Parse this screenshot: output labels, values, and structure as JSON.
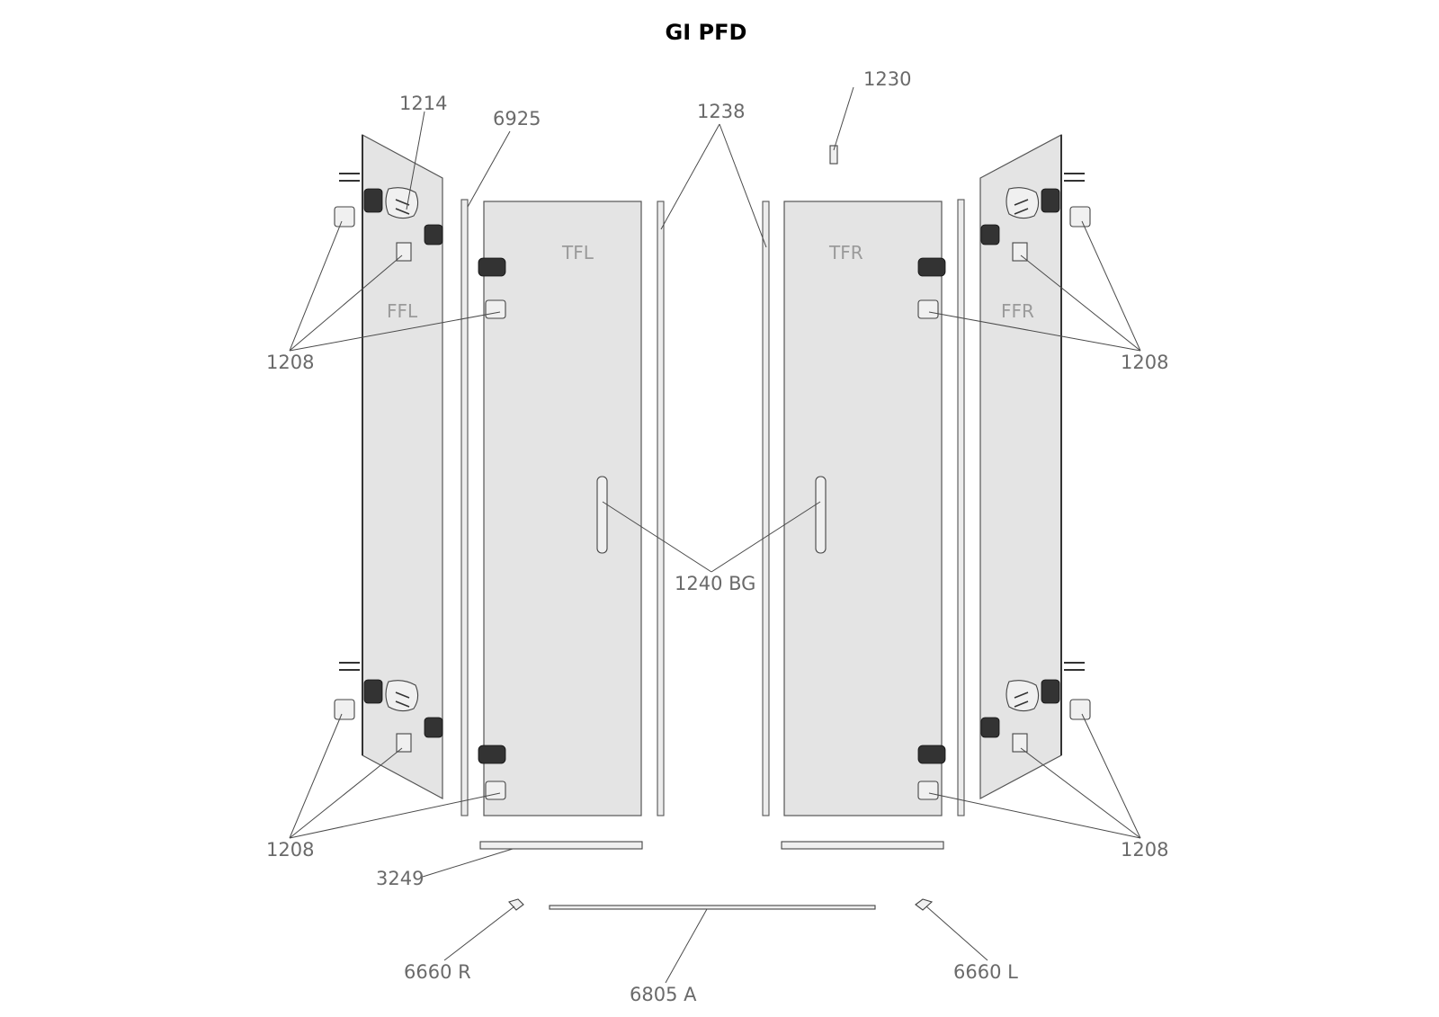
{
  "title": "GI PFD",
  "panels": {
    "ffl": "FFL",
    "tfl": "TFL",
    "tfr": "TFR",
    "ffr": "FFR"
  },
  "callouts": {
    "p1214": "1214",
    "p6925": "6925",
    "p1238": "1238",
    "p1230": "1230",
    "p1208_left_top": "1208",
    "p1208_right_top": "1208",
    "p1208_left_bottom": "1208",
    "p1208_right_bottom": "1208",
    "p1240": "1240 BG",
    "p3249": "3249",
    "p6660r": "6660 R",
    "p6805": "6805 A",
    "p6660l": "6660 L"
  }
}
